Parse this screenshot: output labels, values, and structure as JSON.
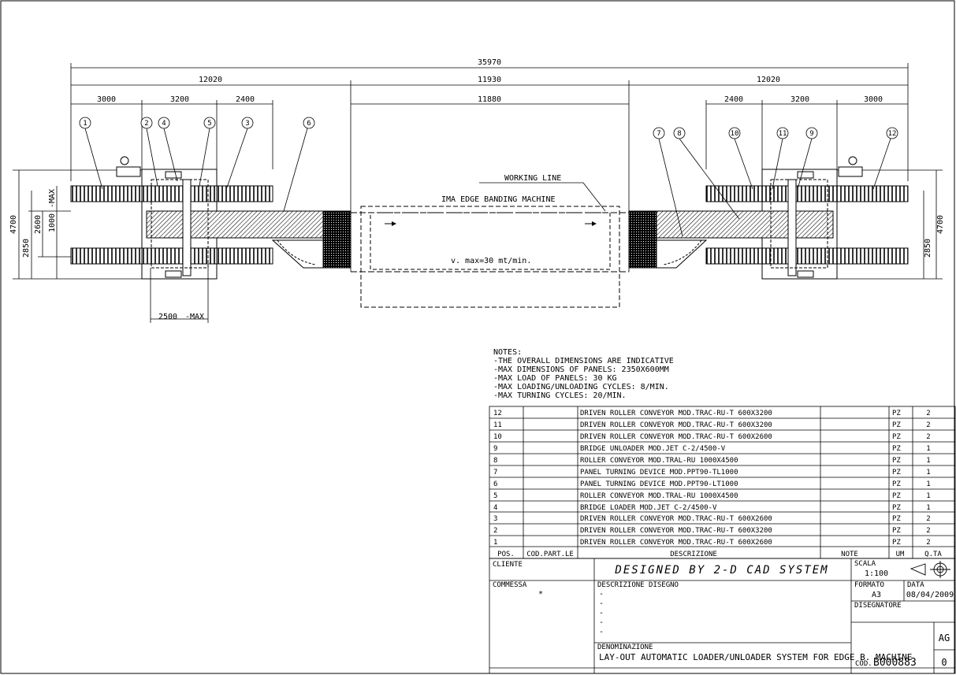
{
  "dimensions": {
    "overall": "35970",
    "left_section": "12020",
    "center_section": "11930",
    "right_section": "12020",
    "center_inner": "11880",
    "left_a": "3000",
    "left_b": "3200",
    "left_c": "2400",
    "right_a": "2400",
    "right_b": "3200",
    "right_c": "3000",
    "height_left": "4700",
    "height_right": "4700",
    "depth_left": "2850",
    "depth_right": "2850",
    "gap_2600": "2600",
    "gap_1000": "1000",
    "max_label": "-MAX",
    "bottom_width": "2500",
    "bottom_max": "-MAX"
  },
  "callouts": [
    "1",
    "2",
    "4",
    "5",
    "3",
    "6",
    "7",
    "8",
    "10",
    "11",
    "9",
    "12"
  ],
  "labels": {
    "working_line": "WORKING LINE",
    "machine": "IMA EDGE BANDING MACHINE",
    "speed": "v. max=30 mt/min."
  },
  "notes": [
    "NOTES:",
    "-THE OVERALL DIMENSIONS ARE INDICATIVE",
    "-MAX DIMENSIONS OF PANELS: 2350X600MM",
    "-MAX LOAD OF PANELS: 30 KG",
    "-MAX LOADING/UNLOADING CYCLES: 8/MIN.",
    "-MAX TURNING CYCLES: 20/MIN."
  ],
  "bom_header": {
    "pos": "POS.",
    "code": "COD.PART.LE",
    "desc": "DESCRIZIONE",
    "note": "NOTE",
    "um": "UM",
    "qty": "Q.TA"
  },
  "bom_rows": [
    {
      "pos": "12",
      "desc": "DRIVEN ROLLER CONVEYOR MOD.TRAC-RU-T 600X3200",
      "um": "PZ",
      "qty": "2"
    },
    {
      "pos": "11",
      "desc": "DRIVEN ROLLER CONVEYOR MOD.TRAC-RU-T 600X3200",
      "um": "PZ",
      "qty": "2"
    },
    {
      "pos": "10",
      "desc": "DRIVEN ROLLER CONVEYOR MOD.TRAC-RU-T 600X2600",
      "um": "PZ",
      "qty": "2"
    },
    {
      "pos": "9",
      "desc": "BRIDGE UNLOADER MOD.JET C-2/4500-V",
      "um": "PZ",
      "qty": "1"
    },
    {
      "pos": "8",
      "desc": "ROLLER CONVEYOR MOD.TRAL-RU 1000X4500",
      "um": "PZ",
      "qty": "1"
    },
    {
      "pos": "7",
      "desc": "PANEL TURNING DEVICE MOD.PPT90-TL1000",
      "um": "PZ",
      "qty": "1"
    },
    {
      "pos": "6",
      "desc": "PANEL TURNING DEVICE MOD.PPT90-LT1000",
      "um": "PZ",
      "qty": "1"
    },
    {
      "pos": "5",
      "desc": "ROLLER CONVEYOR MOD.TRAL-RU 1000X4500",
      "um": "PZ",
      "qty": "1"
    },
    {
      "pos": "4",
      "desc": "BRIDGE LOADER MOD.JET C-2/4500-V",
      "um": "PZ",
      "qty": "1"
    },
    {
      "pos": "3",
      "desc": "DRIVEN ROLLER CONVEYOR MOD.TRAC-RU-T 600X2600",
      "um": "PZ",
      "qty": "2"
    },
    {
      "pos": "2",
      "desc": "DRIVEN ROLLER CONVEYOR MOD.TRAC-RU-T 600X3200",
      "um": "PZ",
      "qty": "2"
    },
    {
      "pos": "1",
      "desc": "DRIVEN ROLLER CONVEYOR MOD.TRAC-RU-T 600X2600",
      "um": "PZ",
      "qty": "2"
    }
  ],
  "title_block": {
    "cliente_label": "CLIENTE",
    "designed": "DESIGNED BY 2-D CAD SYSTEM",
    "scala_label": "SCALA",
    "scala": "1:100",
    "commessa_label": "COMMESSA",
    "commessa": "*",
    "descr_label": "DESCRIZIONE DISEGNO",
    "descr_lines": [
      "-",
      "-",
      "-",
      "-",
      "-"
    ],
    "formato_label": "FORMATO",
    "formato": "A3",
    "data_label": "DATA",
    "data": "08/04/2009",
    "disegnatore_label": "DISEGNATORE",
    "denominazione_label": "DENOMINAZIONE",
    "denominazione": "LAY-OUT AUTOMATIC LOADER/UNLOADER SYSTEM FOR EDGE B. MACHINE",
    "cod_label": "COD.",
    "cod": "B000883",
    "rev_code": "AG",
    "rev": "0"
  }
}
